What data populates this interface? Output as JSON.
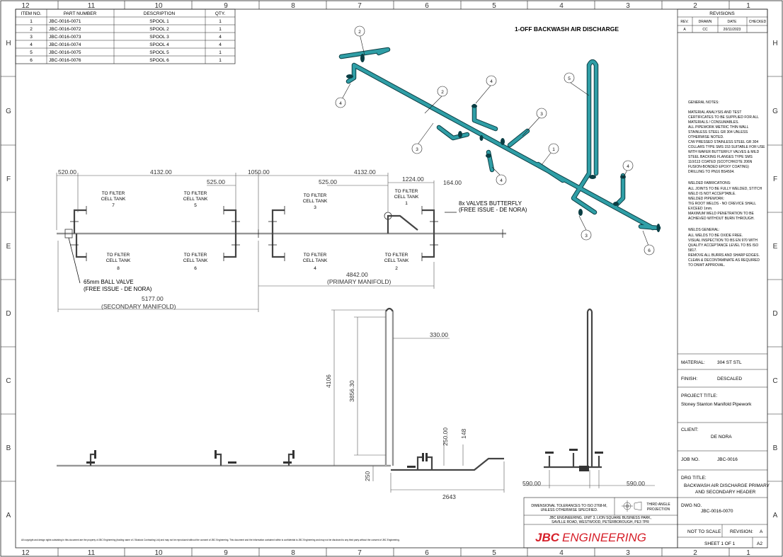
{
  "grid_top": [
    "12",
    "11",
    "10",
    "9",
    "8",
    "7",
    "6",
    "5",
    "4",
    "3",
    "2",
    "1"
  ],
  "grid_bottom": [
    "12",
    "11",
    "10",
    "9",
    "8",
    "7",
    "6",
    "5",
    "4",
    "3",
    "2",
    "1"
  ],
  "grid_left": [
    "H",
    "G",
    "F",
    "E",
    "D",
    "C",
    "B",
    "A"
  ],
  "grid_right": [
    "H",
    "G",
    "F",
    "E",
    "D",
    "C",
    "B",
    "A"
  ],
  "bom": {
    "headers": [
      "ITEM NO.",
      "PART NUMBER",
      "DESCRIPTION",
      "QTY."
    ],
    "rows": [
      [
        "1",
        "JBC-0016-0071",
        "SPOOL 1",
        "1"
      ],
      [
        "2",
        "JBC-0016-0072",
        "SPOOL 2",
        "1"
      ],
      [
        "3",
        "JBC-0016-0073",
        "SPOOL 3",
        "4"
      ],
      [
        "4",
        "JBC-0016-0074",
        "SPOOL 4",
        "4"
      ],
      [
        "5",
        "JBC-0016-0075",
        "SPOOL 5",
        "1"
      ],
      [
        "6",
        "JBC-0016-0076",
        "SPOOL 6",
        "1"
      ]
    ]
  },
  "revisions": {
    "title": "REVISIONS",
    "headers": [
      "REV.",
      "DRAWN",
      "DATE",
      "CHECKED"
    ],
    "row": [
      "A",
      "CC",
      "20/11/2023",
      ""
    ]
  },
  "iso": {
    "title": "1-OFF BACKWASH AIR DISCHARGE",
    "balloons": [
      "2",
      "2",
      "4",
      "4",
      "3",
      "3",
      "1",
      "5",
      "4",
      "4",
      "3",
      "6"
    ]
  },
  "notes": {
    "general_title": "GENERAL NOTES:",
    "general": [
      "MATERIAL ANALYSIS AND TEST",
      "CERTIFICATES TO BE SUPPLIED FOR ALL",
      "MATERIALS / CONSUMABLES.",
      "ALL PIPEWORK METRIC THIN WALL",
      "STAINLESS STEEL GR 304 UNLESS",
      "OTHERWISE NOTED.",
      "C/W PRESSED STAINLESS STEEL GR 304",
      "COLLARS TYPE SMS 153 SUITABLE FOR USE",
      "WITH WAFER BUTTERFLY VALVES & MILD",
      "STEEL BACKING FLANGES TYPE SMS",
      "110/113 COATED (SCOTCHKOTE 206N",
      "FUSION-BONDED EPOXY COATING)",
      "DRILLING TO PN16 BS4504."
    ],
    "welded_title": "WELDED FABRICATIONS:",
    "welded": [
      "ALL JOINTS TO BE FULLY WELDED, STITCH",
      "WELD IS NOT ACCEPTABLE.",
      "WELDED PIPEWORK:",
      "TIG ROOT WELDS - NO CREVICE SHALL",
      "EXCEED 1mm.",
      "MAXIMUM WELD PENETRATION TO BE",
      "ACHIEVED WITHOUT BURN THROUGH."
    ],
    "welds_title": "WELDS GENERAL:",
    "welds": [
      "ALL WELDS TO BE OXIDE FREE.",
      "VISUAL INSPECTION TO BS EN 970 WITH",
      "QUALITY ACCEPTANCE LEVEL TO BS ISO",
      "5817.",
      "REMOVE ALL BURRS AND SHARP EDGES.",
      "CLEAN & DECONTAMINATE AS REQUIRED",
      "TO DNWT APPROVAL."
    ]
  },
  "title_block": {
    "material_label": "MATERIAL:",
    "material": "304 ST STL",
    "finish_label": "FINISH:",
    "finish": "DESCALED",
    "project_label": "PROJECT TITLE:",
    "project": "Stoney Stanton Manifold Pipework",
    "client_label": "CLIENT:",
    "client": "DE NORA",
    "job_label": "JOB NO.",
    "job": "JBC-0016",
    "drg_title_label": "DRG TITLE:",
    "drg_title_1": "BACKWASH AIR DISCHARGE PRIMARY",
    "drg_title_2": "AND SECONDARY HEADER",
    "dwg_label": "DWG NO.",
    "dwg": "JBC-0016-0070",
    "scale": "NOT TO SCALE",
    "revision_label": "REVISION:",
    "revision": "A",
    "sheet": "SHEET 1 OF 1",
    "size": "A2"
  },
  "tolerance": {
    "line1": "DIMENSIONAL TOLERANCES TO ISO 2768-M,",
    "line2": "UNLESS OTHERWISE SPECIFIED.",
    "projection_1": "THIRD ANGLE",
    "projection_2": "PROJECTION"
  },
  "company": {
    "address_1": "JBC ENGINEERING, UNIT 3, LION SQUARE BUSINESS PARK,",
    "address_2": "SAVILLE ROAD, WESTWOOD, PETERBOROUGH, PE3 7PR",
    "logo_bold": "JBC",
    "logo_light": "ENGINEERING",
    "logo_color": "#d6202a"
  },
  "copyright": "All copyright and design rights subsisting in this document are the property of JBC Engineering (trading name of J Bostock Contracting Ltd) and may not be reproduced without the consent of JBC Engineering. This document and the information contained within is confidential to JBC Engineering and may not be disclosed to any third party without the consent of JBC Engineering.",
  "plan": {
    "dims": {
      "d520": "520.00",
      "d4132a": "4132.00",
      "d1050": "1050.00",
      "d4132b": "4132.00",
      "d525a": "525.00",
      "d525b": "525.00",
      "d1224": "1224.00",
      "d164": "164.00",
      "d4842": "4842.00",
      "primary": "(PRIMARY MANIFOLD)",
      "d5177": "5177.00",
      "secondary": "(SECONDARY MANIFOLD)"
    },
    "tanks": {
      "to": "TO FILTER",
      "cell": "CELL TANK",
      "n7": "7",
      "n5": "5",
      "n3": "3",
      "n1": "1",
      "n8": "8",
      "n6": "6",
      "n4": "4",
      "n2": "2"
    },
    "valve_butterfly_1": "8x VALVES BUTTERFLY",
    "valve_butterfly_2": "(FREE ISSUE - DE NORA)",
    "valve_ball_1": "65mm BALL VALVE",
    "valve_ball_2": "(FREE ISSUE - DE NORA)"
  },
  "elev": {
    "d330": "330.00",
    "d4106": "4106",
    "d3856": "3856.30",
    "d250a": "250.00",
    "d148": "148",
    "d250b": "250",
    "d2643": "2643",
    "d590a": "590.00",
    "d590b": "590.00"
  }
}
